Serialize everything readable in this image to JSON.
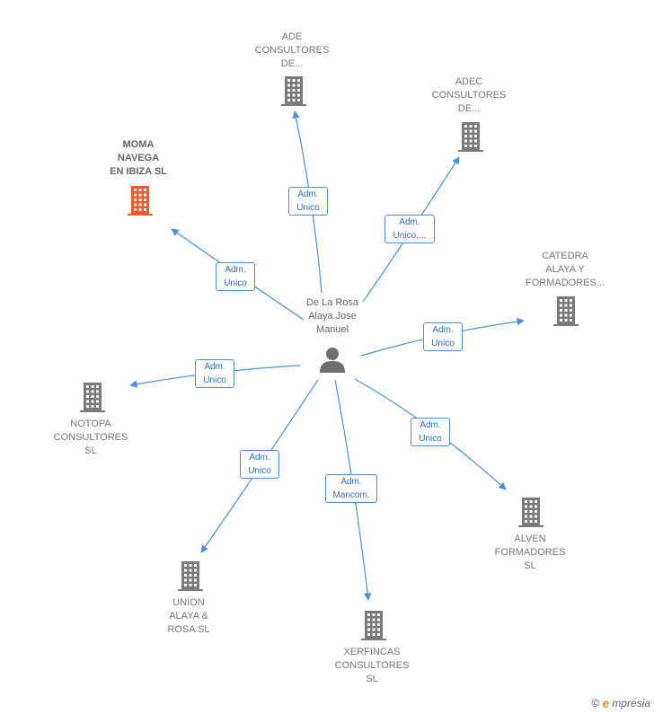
{
  "center": {
    "name": "De La Rosa\nAlaya Jose\nManuel"
  },
  "companies": [
    {
      "id": "ade",
      "name": "ADE\nCONSULTORES\nDE...",
      "highlight": false,
      "edge": "Adm.\nUnico"
    },
    {
      "id": "adec",
      "name": "ADEC\nCONSULTORES\nDE...",
      "highlight": false,
      "edge": "Adm.\nUnico,..."
    },
    {
      "id": "moma",
      "name": "MOMA\nNAVEGA\nEN IBIZA  SL",
      "highlight": true,
      "edge": "Adm.\nUnico"
    },
    {
      "id": "catedra",
      "name": "CATEDRA\nALAYA Y\nFORMADORES...",
      "highlight": false,
      "edge": "Adm.\nUnico"
    },
    {
      "id": "notopa",
      "name": "NOTOPA\nCONSULTORES\nSL",
      "highlight": false,
      "edge": "Adm.\nUnico"
    },
    {
      "id": "alven",
      "name": "ALVEN\nFORMADORES\nSL",
      "highlight": false,
      "edge": "Adm.\nUnico"
    },
    {
      "id": "union",
      "name": "UNION\nALAYA &\nROSA  SL",
      "highlight": false,
      "edge": "Adm.\nUnico"
    },
    {
      "id": "xerfincas",
      "name": "XERFINCAS\nCONSULTORES\nSL",
      "highlight": false,
      "edge": "Adm.\nMancom."
    }
  ],
  "footer": {
    "copyright": "©",
    "brand_initial": "e",
    "brand_rest": "mpresia"
  },
  "colors": {
    "edge": "#4a8fdd",
    "building": "#7a7a7a",
    "highlight": "#f05a28",
    "person": "#6e6e6e"
  },
  "icons": {
    "company": "building-icon",
    "person": "person-icon"
  }
}
